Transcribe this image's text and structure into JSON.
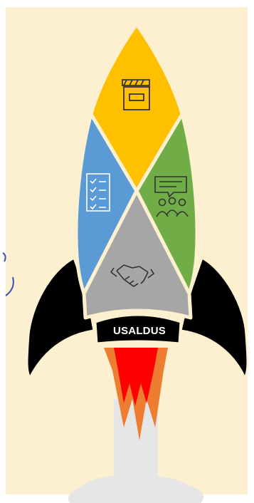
{
  "rocket": {
    "badge_label": "USALDUS",
    "colors": {
      "background": "#fdf0d0",
      "top_segment": "#ffc000",
      "left_segment": "#5b9bd5",
      "right_segment": "#70ad47",
      "bottom_segment": "#a6a6a6",
      "fins": "#000000",
      "flame_outer": "#ed7d31",
      "flame_inner": "#ff0000",
      "smoke": "#e6e6e6",
      "divider": "#fdf0d0"
    },
    "segments": [
      {
        "position": "top",
        "icon": "clapperboard-icon"
      },
      {
        "position": "left",
        "icon": "checklist-icon"
      },
      {
        "position": "right",
        "icon": "group-discussion-icon"
      },
      {
        "position": "bottom",
        "icon": "handshake-icon"
      }
    ]
  }
}
